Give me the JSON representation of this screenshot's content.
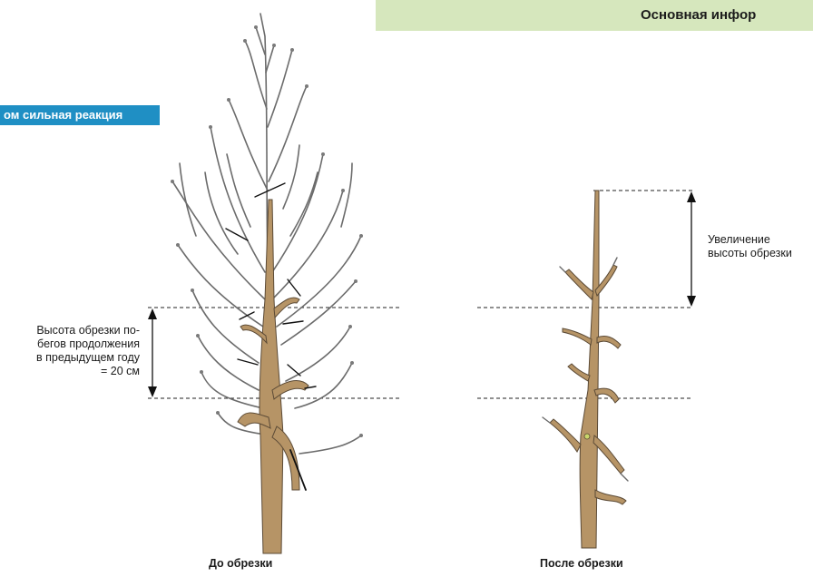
{
  "header": {
    "title": "Основная инфор"
  },
  "tag": {
    "text": "ом сильная реакция"
  },
  "annotations": {
    "left_label": [
      "Высота обрезки по-",
      "бегов продолжения",
      "в предыдущем году",
      "= 20 см"
    ],
    "right_label": [
      "Увеличение",
      "высоты обрезки"
    ]
  },
  "captions": {
    "before": "До обрезки",
    "after": "После обрезки"
  },
  "colors": {
    "header_band": "#d6e7bd",
    "tag_bg": "#1f8fc4",
    "trunk": "#b69466",
    "bark_outline": "#5b4a36",
    "twigs": "#6b6b6b"
  }
}
